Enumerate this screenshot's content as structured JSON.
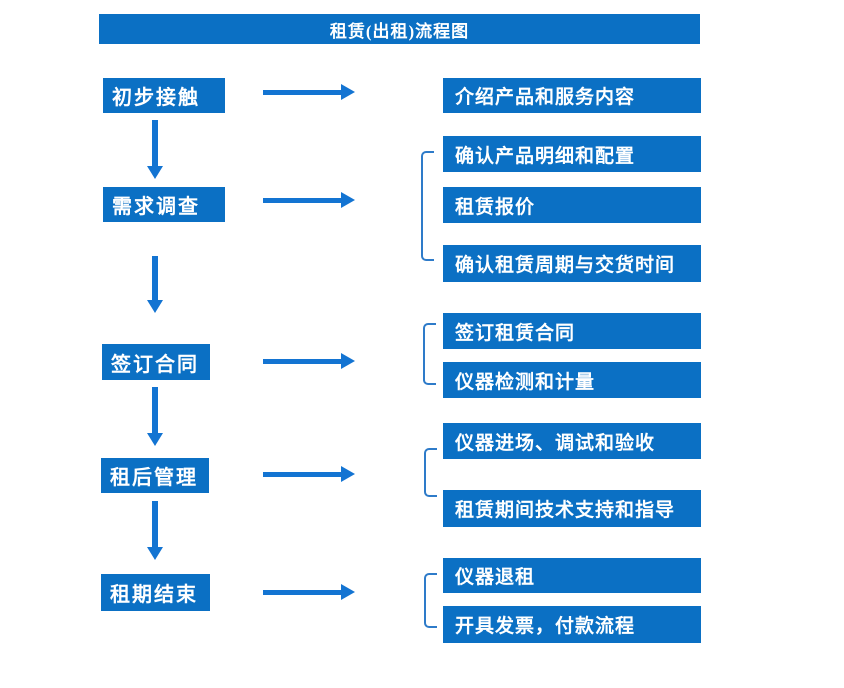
{
  "title": "租赁(出租)流程图",
  "colors": {
    "box_blue": "#0b70c4",
    "arrow_blue": "#1374d2",
    "bracket_blue": "#2e7bc9",
    "text": "#ffffff",
    "background": "#ffffff"
  },
  "stages": [
    {
      "label": "初步接触",
      "details": [
        "介绍产品和服务内容"
      ]
    },
    {
      "label": "需求调查",
      "details": [
        "确认产品明细和配置",
        "租赁报价",
        "确认租赁周期与交货时间"
      ]
    },
    {
      "label": "签订合同",
      "details": [
        "签订租赁合同",
        "仪器检测和计量"
      ]
    },
    {
      "label": "租后管理",
      "details": [
        "仪器进场、调试和验收",
        "租赁期间技术支持和指导"
      ]
    },
    {
      "label": "租期结束",
      "details": [
        "仪器退租",
        "开具发票，付款流程"
      ]
    }
  ]
}
